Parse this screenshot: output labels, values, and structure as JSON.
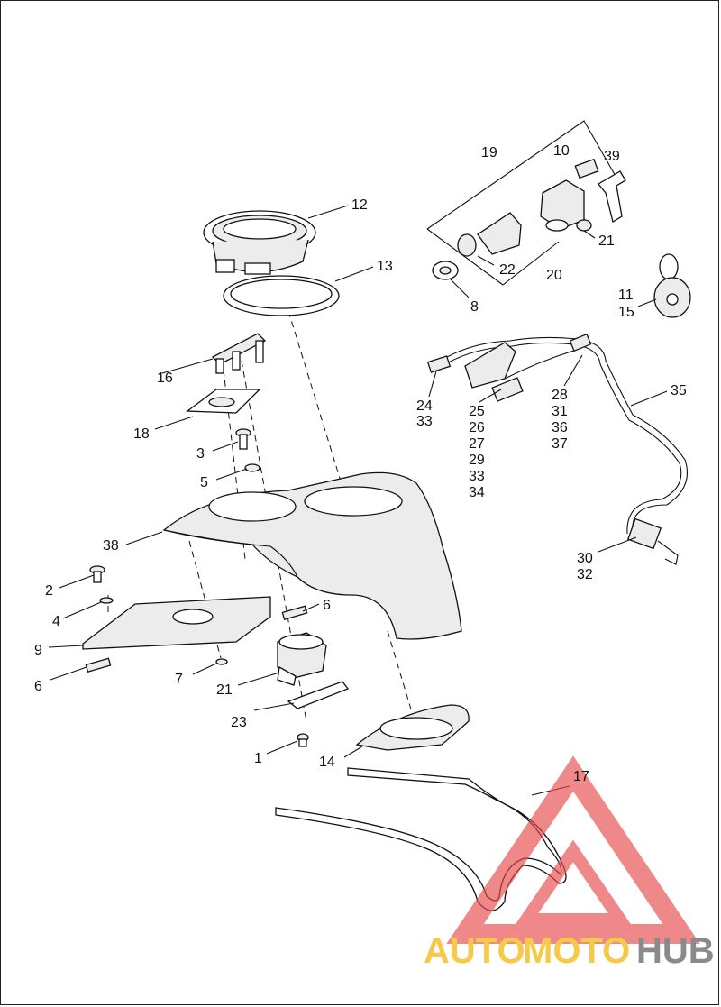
{
  "callouts": [
    "19",
    "10",
    "39",
    "12",
    "21",
    "22",
    "20",
    "13",
    "8",
    "11",
    "15",
    "16",
    "18",
    "24",
    "33",
    "25",
    "26",
    "27",
    "29",
    "33",
    "34",
    "28",
    "31",
    "36",
    "37",
    "35",
    "3",
    "5",
    "38",
    "2",
    "4",
    "9",
    "6",
    "7",
    "21",
    "6",
    "23",
    "1",
    "14",
    "30",
    "32",
    "17"
  ],
  "watermark": {
    "auto": "AUTO",
    "moto": "MOTO",
    "hub": "HUB",
    "color_auto": "#f6c94a",
    "color_moto": "#f6c94a",
    "color_hub": "#8a8a8a",
    "logo_color": "#e8494a"
  }
}
